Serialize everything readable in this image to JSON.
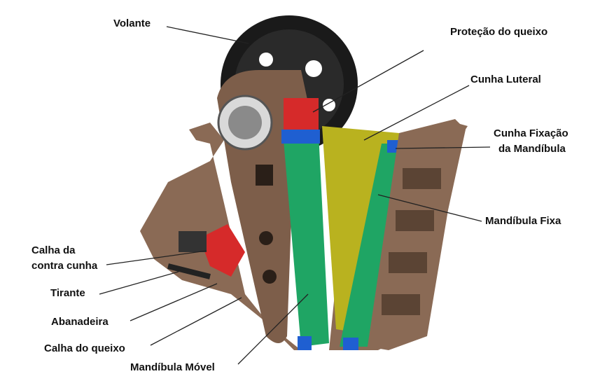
{
  "title": "Jaw crusher components",
  "labels": {
    "volante": "Volante",
    "protecao_queixo": "Proteção do queixo",
    "cunha_luteral": "Cunha Luteral",
    "cunha_fixacao_1": "Cunha Fixação",
    "cunha_fixacao_2": "da Mandíbula",
    "mandibula_fixa": "Mandíbula Fixa",
    "calha_contra_1": "Calha da",
    "calha_contra_2": "contra cunha",
    "tirante": "Tirante",
    "abanadeira": "Abanadeira",
    "calha_queixo": "Calha do queixo",
    "mandibula_movel": "Mandíbula Móvel"
  },
  "colors": {
    "frame": "#8a6a55",
    "jaw": "#1fa564",
    "flywheel": "#1a1a1a",
    "guard": "#d62a2a",
    "wedge": "#1f5fd1",
    "plate": "#b9b21f"
  }
}
